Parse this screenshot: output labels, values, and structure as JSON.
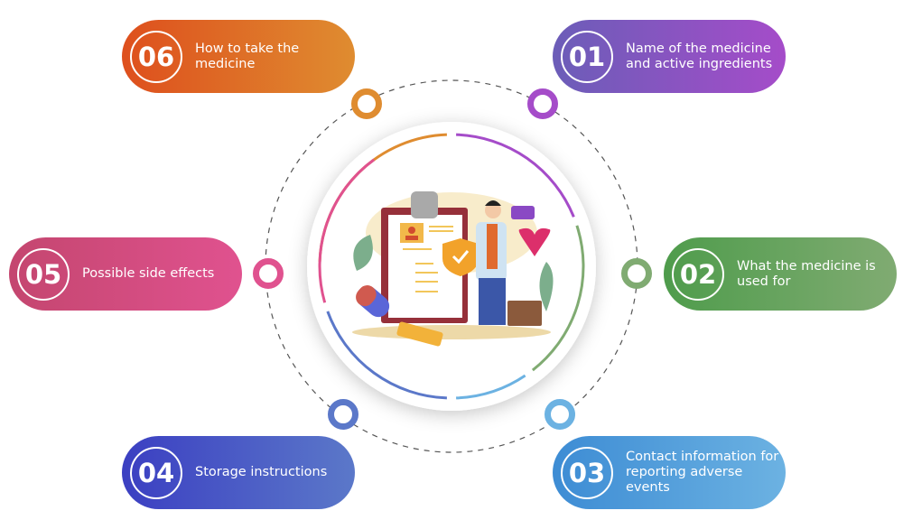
{
  "items": [
    {
      "number": "01",
      "label": "Name of the medicine and active ingredients",
      "color_start": "#6b5db8",
      "color_end": "#a54cc9"
    },
    {
      "number": "02",
      "label": "What the medicine is used for",
      "color_start": "#4f9c4c",
      "color_end": "#80ab72"
    },
    {
      "number": "03",
      "label": "Contact information for reporting adverse events",
      "color_start": "#3d8cd4",
      "color_end": "#6cb2e2"
    },
    {
      "number": "04",
      "label": "Storage instructions",
      "color_start": "#3b3fc2",
      "color_end": "#5b78c9"
    },
    {
      "number": "05",
      "label": "Possible side effects",
      "color_start": "#c4466f",
      "color_end": "#e0528f"
    },
    {
      "number": "06",
      "label": "How to take the medicine",
      "color_start": "#de4f1d",
      "color_end": "#df8c30"
    }
  ]
}
